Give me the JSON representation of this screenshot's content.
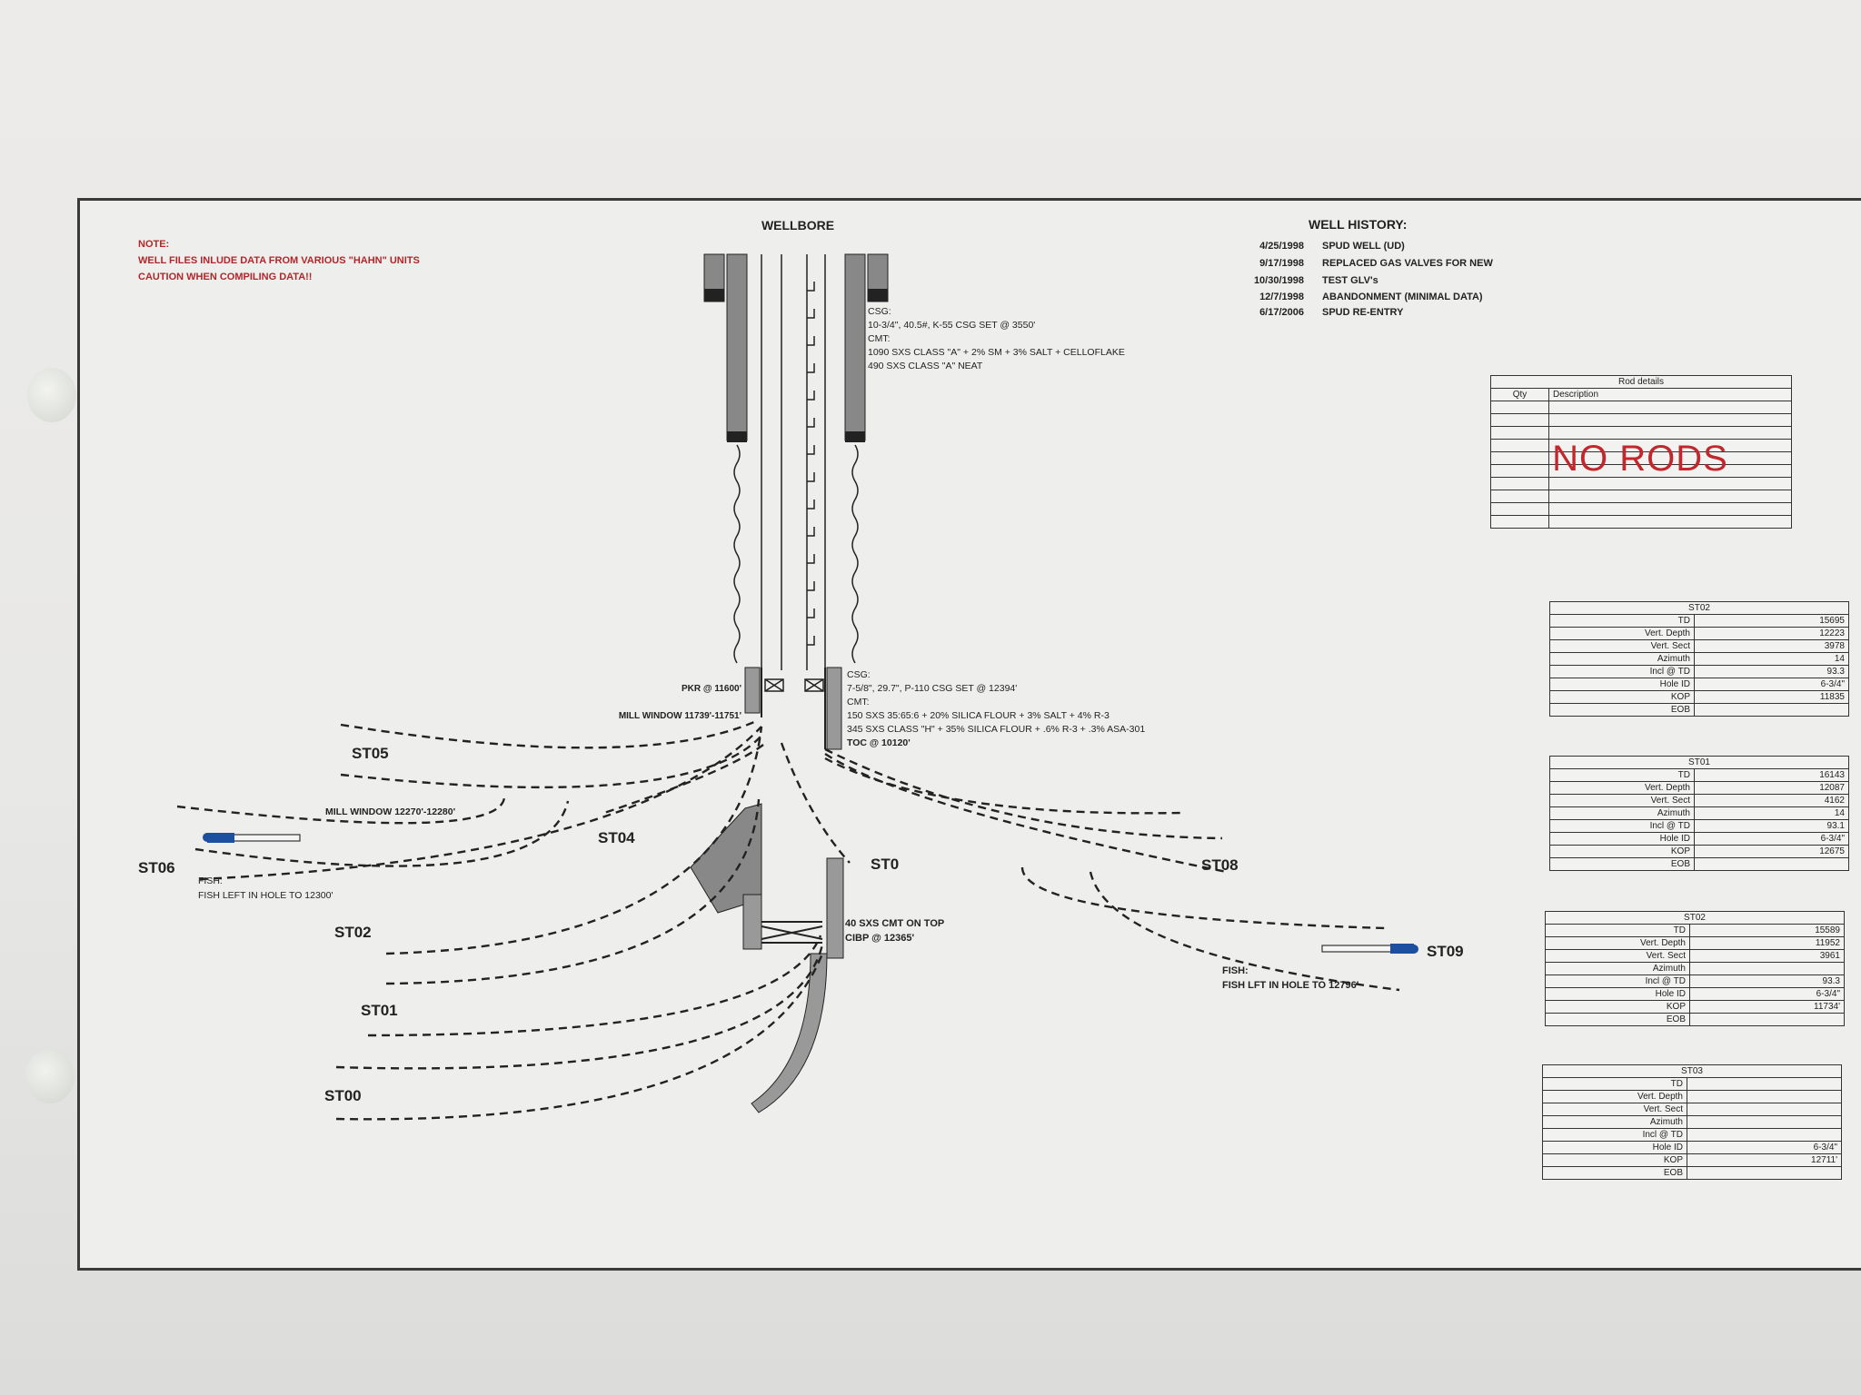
{
  "note": {
    "label": "NOTE:",
    "line1": "WELL FILES INLUDE DATA FROM VARIOUS \"HAHN\" UNITS",
    "line2": "CAUTION WHEN COMPILING DATA!!"
  },
  "wellbore_title": "WELLBORE",
  "well_history": {
    "title": "WELL HISTORY:",
    "entries": [
      {
        "date": "4/25/1998",
        "event": "SPUD WELL (UD)"
      },
      {
        "date": "9/17/1998",
        "event": "REPLACED GAS VALVES FOR NEW"
      },
      {
        "date": "10/30/1998",
        "event": "TEST GLV's"
      },
      {
        "date": "12/7/1998",
        "event": "ABANDONMENT (MINIMAL DATA)"
      },
      {
        "date": "6/17/2006",
        "event": "SPUD RE-ENTRY"
      }
    ]
  },
  "surface_casing": {
    "csg": "CSG:",
    "spec": "10-3/4\", 40.5#, K-55 CSG SET @ 3550'",
    "cmt": "CMT:",
    "cmt1": "1090 SXS CLASS \"A\" + 2% SM + 3% SALT + CELLOFLAKE",
    "cmt2": "490 SXS CLASS \"A\" NEAT"
  },
  "inter_casing": {
    "csg": "CSG:",
    "spec": "7-5/8\", 29.7\", P-110 CSG SET @ 12394'",
    "cmt": "CMT:",
    "cmt1": "150 SXS 35:65:6 + 20% SILICA FLOUR + 3% SALT + 4% R-3",
    "cmt2": "345 SXS CLASS \"H\" + 35% SILICA FLOUR + .6% R-3 + .3% ASA-301",
    "toc": "TOC @ 10120'"
  },
  "pkr": "PKR @ 11600'",
  "mill_window_1": "MILL WINDOW 11739'-11751'",
  "mill_window_2": "MILL WINDOW 12270'-12280'",
  "plug": {
    "line1": "40 SXS CMT ON TOP",
    "line2": "CIBP @ 12365'"
  },
  "fish_left": {
    "line1": "FISH:",
    "line2": "FISH LEFT IN HOLE TO 12300'"
  },
  "fish_right": {
    "line1": "FISH:",
    "line2": "FISH LFT IN HOLE TO 12796'"
  },
  "sidetracks": [
    "ST05",
    "ST04",
    "ST06",
    "ST02",
    "ST01",
    "ST00",
    "ST0",
    "ST08",
    "ST09"
  ],
  "rod_details": {
    "title": "Rod details",
    "qty": "Qty",
    "description": "Description",
    "stamp": "NO RODS"
  },
  "row_labels": [
    "TD",
    "Vert. Depth",
    "Vert. Sect",
    "Azimuth",
    "Incl @ TD",
    "Hole ID",
    "KOP",
    "EOB"
  ],
  "summary_tables": [
    {
      "title": "ST02",
      "values": [
        "15695",
        "12223",
        "3978",
        "14",
        "93.3",
        "6-3/4\"",
        "11835",
        ""
      ]
    },
    {
      "title": "ST01",
      "values": [
        "16143",
        "12087",
        "4162",
        "14",
        "93.1",
        "6-3/4\"",
        "12675",
        ""
      ]
    },
    {
      "title": "ST02",
      "values": [
        "15589",
        "11952",
        "3961",
        "",
        "93.3",
        "6-3/4\"",
        "11734'",
        ""
      ]
    },
    {
      "title": "ST03",
      "values": [
        "",
        "",
        "",
        "",
        "",
        "6-3/4\"",
        "12711'",
        ""
      ]
    }
  ],
  "colors": {
    "note_red": "#b0272b",
    "stamp_red": "#c1272d",
    "fish_blue": "#1c4fa0"
  }
}
